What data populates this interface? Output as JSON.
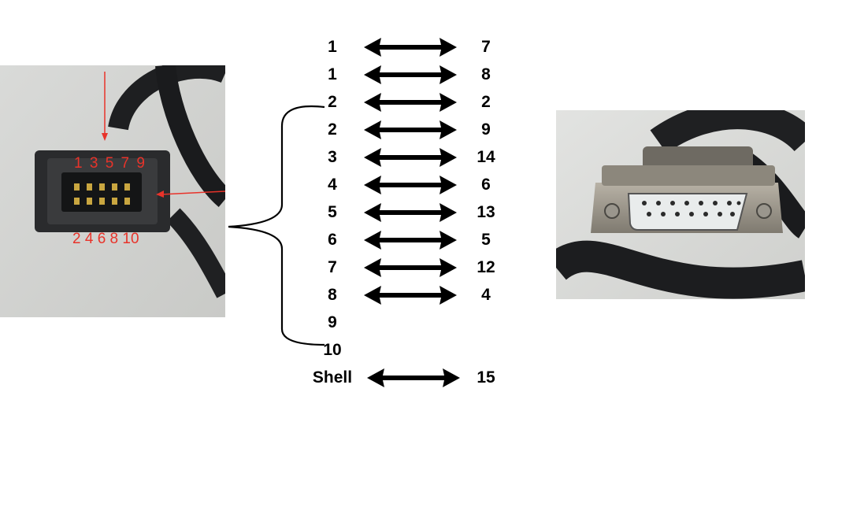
{
  "left_connector": {
    "top_pin_numbers": "1 3 5 7 9",
    "bottom_pin_numbers": "2 4 6 8 10"
  },
  "colors": {
    "annotation": "#e8332a",
    "text": "#000000",
    "arrow": "#000000"
  },
  "pinout": [
    {
      "left": "1",
      "right": "7",
      "arrow": true
    },
    {
      "left": "1",
      "right": "8",
      "arrow": true
    },
    {
      "left": "2",
      "right": "2",
      "arrow": true
    },
    {
      "left": "2",
      "right": "9",
      "arrow": true
    },
    {
      "left": "3",
      "right": "14",
      "arrow": true
    },
    {
      "left": "4",
      "right": "6",
      "arrow": true
    },
    {
      "left": "5",
      "right": "13",
      "arrow": true
    },
    {
      "left": "6",
      "right": "5",
      "arrow": true
    },
    {
      "left": "7",
      "right": "12",
      "arrow": true
    },
    {
      "left": "8",
      "right": "4",
      "arrow": true
    },
    {
      "left": "9",
      "right": "",
      "arrow": false
    },
    {
      "left": "10",
      "right": "",
      "arrow": false
    },
    {
      "left": "Shell",
      "right": "15",
      "arrow": true
    }
  ]
}
